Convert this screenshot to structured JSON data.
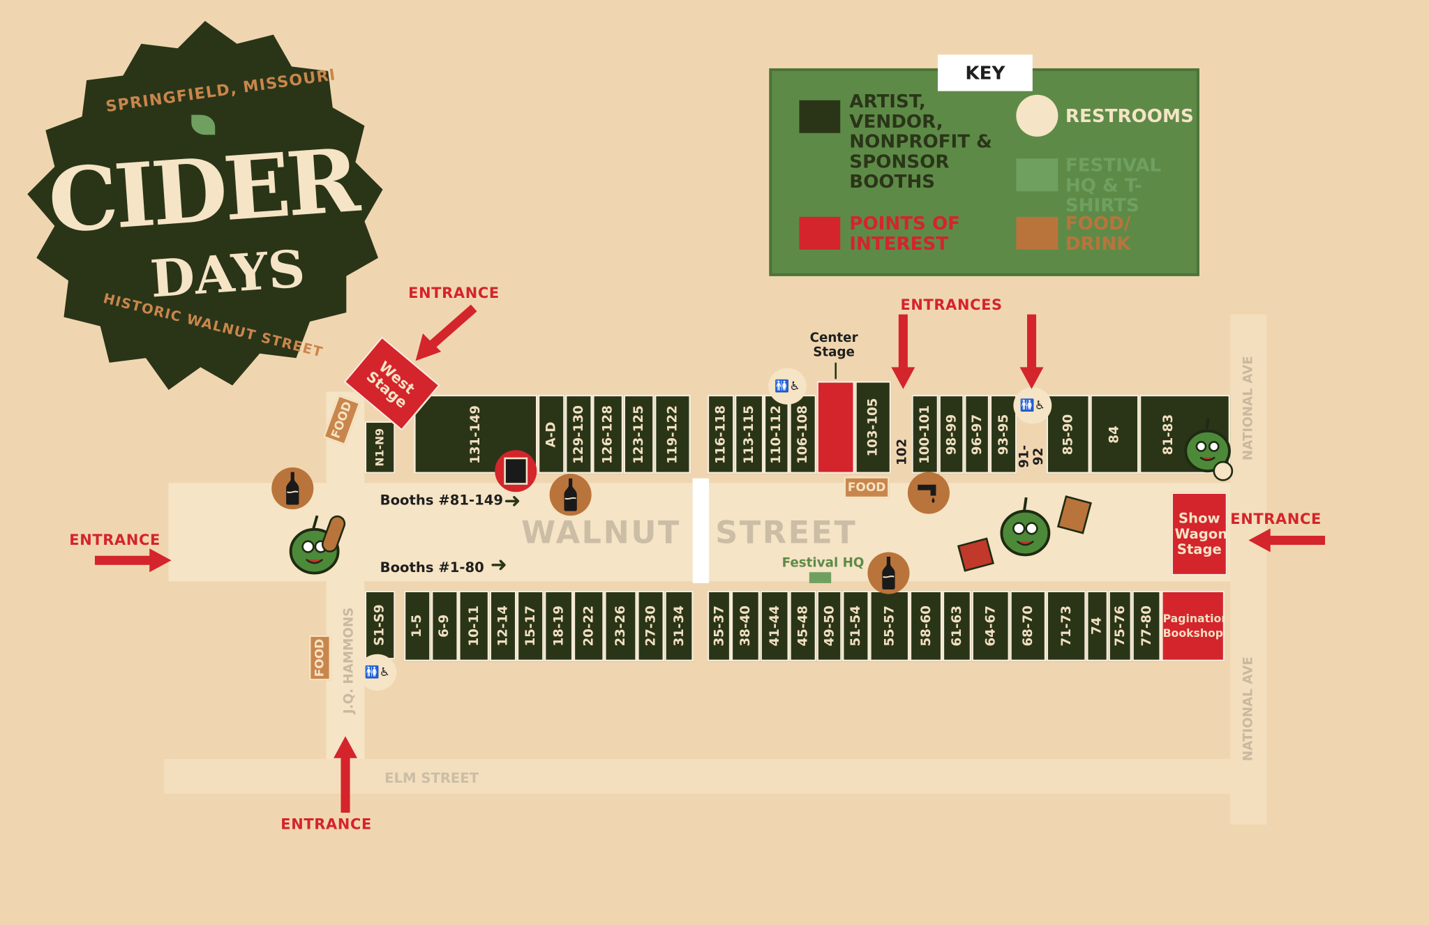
{
  "logo": {
    "top_arc": "SPRINGFIELD, MISSOURI",
    "bottom_arc": "HISTORIC WALNUT STREET",
    "word_cider": "CIDER",
    "word_days": "DAYS"
  },
  "key": {
    "title": "KEY",
    "items": [
      {
        "label": "ARTIST, VENDOR, NONPROFIT & SPONSOR BOOTHS",
        "color": "#2a3518"
      },
      {
        "label": "RESTROOMS",
        "color": "#f5e4c5"
      },
      {
        "label": "FESTIVAL HQ & T-SHIRTS",
        "color": "#6fa060"
      },
      {
        "label": "POINTS OF INTEREST",
        "color": "#d4242c"
      },
      {
        "label": "FOOD/ DRINK",
        "color": "#b9743b"
      }
    ]
  },
  "entrances": {
    "west_top": "ENTRANCE",
    "top_center": "ENTRANCES",
    "left": "ENTRANCE",
    "right": "ENTRANCE",
    "bottom": "ENTRANCE"
  },
  "streets": {
    "walnut_1": "WALNUT",
    "walnut_2": "STREET",
    "elm": "ELM STREET",
    "jq": "J.Q. HAMMONS",
    "national_1": "NATIONAL AVE",
    "national_2": "NATIONAL AVE"
  },
  "labels": {
    "center_stage": "Center Stage",
    "west_stage": "West Stage",
    "show_wagon": "Show Wagon Stage",
    "pagination": "Pagination Bookshop",
    "festival_hq": "Festival HQ",
    "booths_81": "Booths #81-149",
    "booths_1": "Booths #1-80",
    "food": "FOOD",
    "booth_102": "102",
    "booth_91": "91-92"
  },
  "top_booths": [
    "N1-N9",
    "131-149",
    "A-D",
    "129-130",
    "126-128",
    "123-125",
    "119-122",
    "116-118",
    "113-115",
    "110-112",
    "106-108",
    "103-105",
    "100-101",
    "98-99",
    "96-97",
    "93-95",
    "85-90",
    "84",
    "81-83"
  ],
  "bottom_booths": [
    "S1-S9",
    "1-5",
    "6-9",
    "10-11",
    "12-14",
    "15-17",
    "18-19",
    "20-22",
    "23-26",
    "27-30",
    "31-34",
    "35-37",
    "38-40",
    "41-44",
    "45-48",
    "49-50",
    "51-54",
    "55-57",
    "58-60",
    "61-63",
    "64-67",
    "68-70",
    "71-73",
    "74",
    "75-76",
    "77-80"
  ],
  "colors": {
    "background": "#f0d6b0",
    "street": "#f5e4c5",
    "booth": "#2a3518",
    "red": "#d4242c",
    "food": "#b9743b",
    "key_bg": "#5e8a48",
    "hq": "#6fa060"
  }
}
